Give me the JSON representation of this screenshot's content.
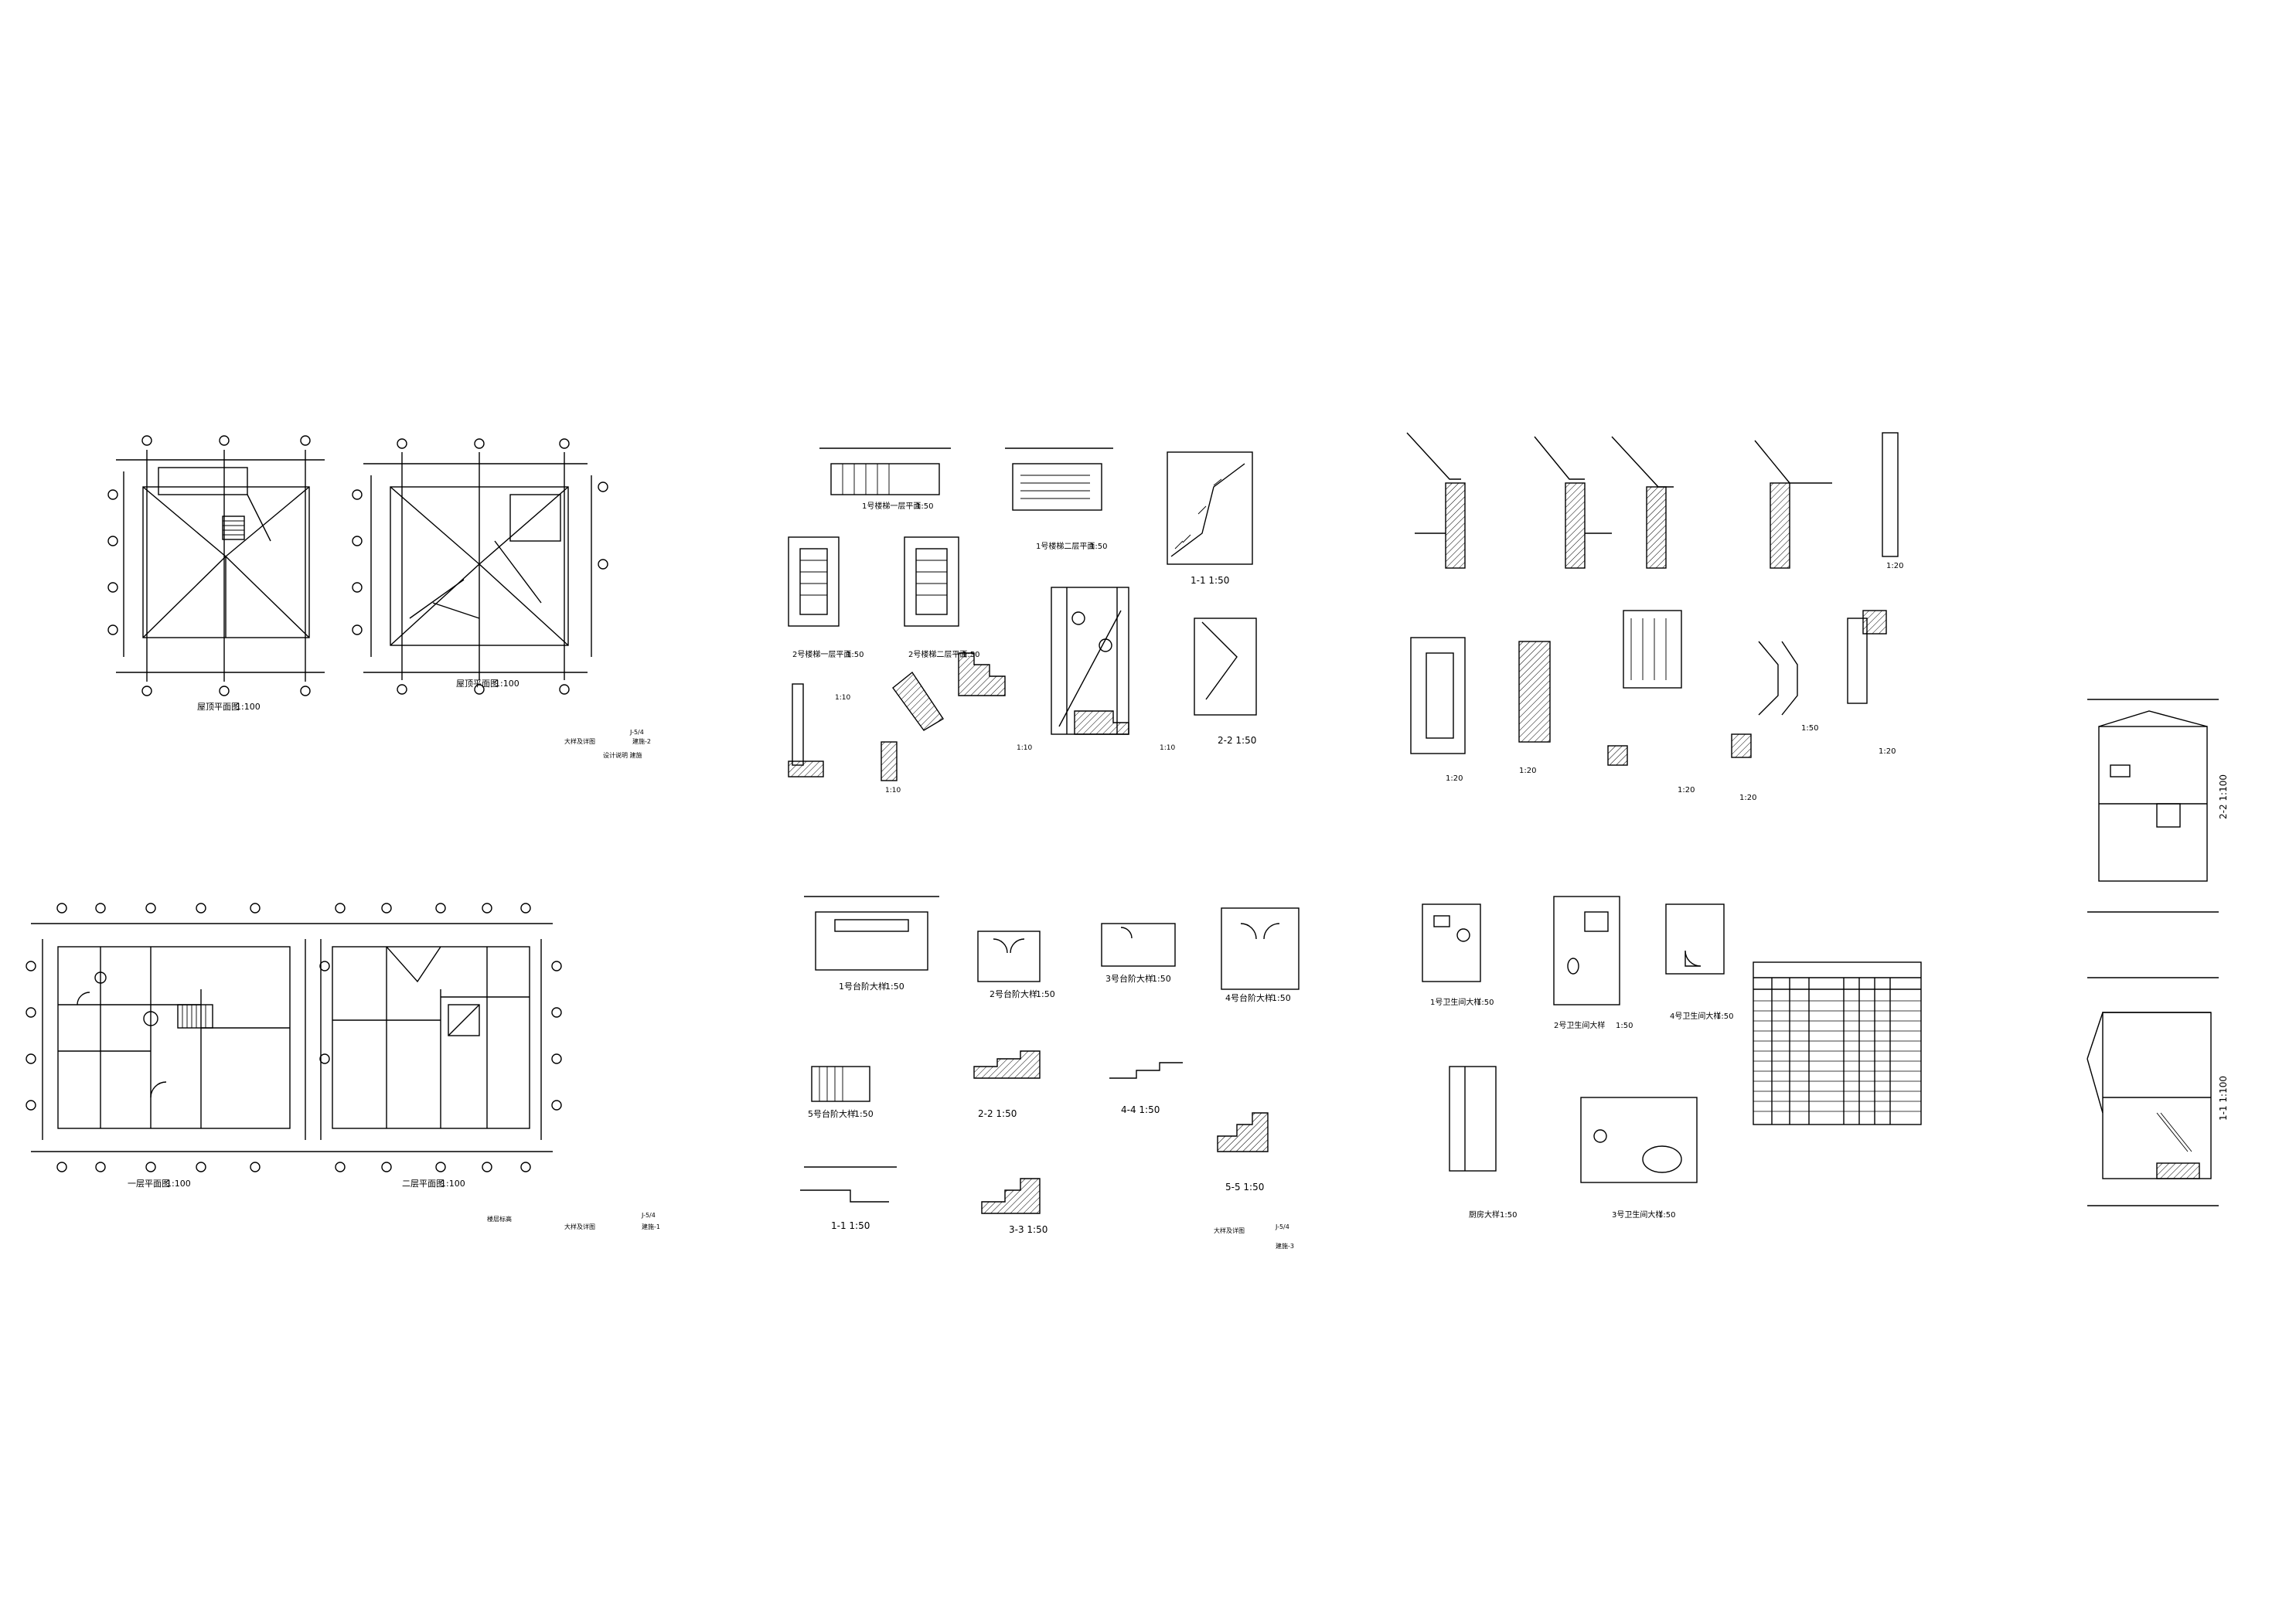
{
  "sheet": {
    "background": "#ffffff",
    "ink": "#000000"
  },
  "labels": {
    "roof_plan_scale": "1:100",
    "roof_plan2_scale": "1:100",
    "floor1_scale": "1:100",
    "floor2_scale": "1:100",
    "stair_title_a": "1:50",
    "stair_title_b": "1:50",
    "stair_title_c": "1:50",
    "stair_section_1": "1-1  1:50",
    "stair_section_2": "2-2  1:50",
    "stair_detail_a": "1:50",
    "stair_detail_b": "1:50",
    "stair_detail_c": "1:10",
    "stair_detail_d": "1:10",
    "stair_detail_e": "1:10",
    "stair_detail_f": "1:10",
    "entry_1": "1:50",
    "entry_2": "1:50",
    "entry_3": "1:50",
    "entry_4": "1:50",
    "entry_5": "1:50",
    "entry_sec_22": "2-2  1:50",
    "entry_sec_44": "4-4  1:50",
    "entry_sec_11": "1-1  1:50",
    "entry_sec_33": "3-3  1:50",
    "entry_sec_55": "5-5  1:50",
    "eave_scale_a": "1:20",
    "eave_scale_b": "1:20",
    "eave_scale_c": "1:20",
    "eave_scale_d": "1:20",
    "eave_scale_e": "1:20",
    "eave_scale_f": "1:20",
    "eave_scale_g": "1:50",
    "bath_1": "1:50",
    "bath_2": "1:50",
    "bath_3": "1:50",
    "bath_4": "1:50",
    "bath_5": "1:50",
    "section_22": "2-2  1:100",
    "section_11": "1-1  1:100",
    "sheet_no_1": "J-5/4",
    "sheet_no_2": "J-5/4",
    "sheet_no_3": "J-5/4"
  }
}
